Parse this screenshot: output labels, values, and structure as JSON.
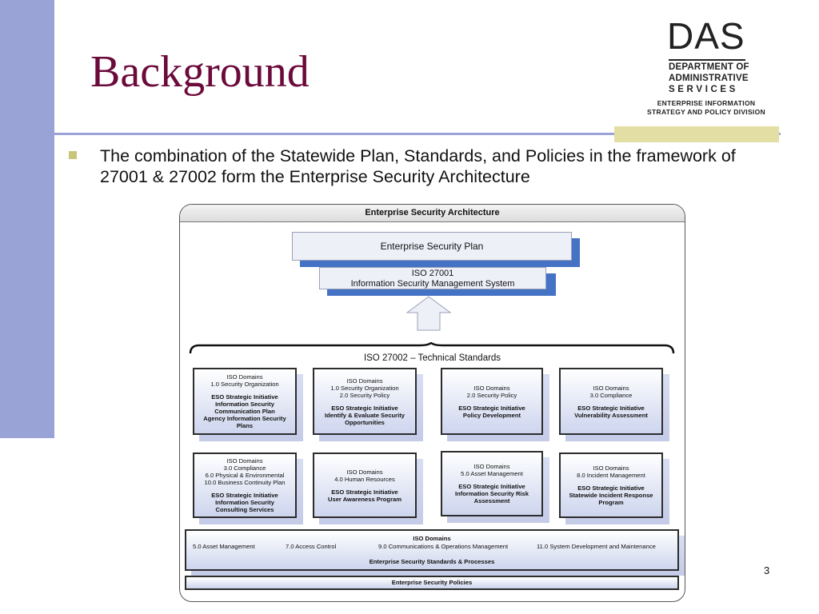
{
  "slide": {
    "title": "Background",
    "bullet": "The combination of the Statewide Plan, Standards, and Policies in the framework of 27001 & 27002 form the Enterprise Security Architecture",
    "page_number": "3"
  },
  "logo": {
    "das": "DAS",
    "lines": [
      "DEPARTMENT OF",
      "ADMINISTRATIVE",
      "S E R V I C E S"
    ],
    "sub": [
      "ENTERPRISE INFORMATION",
      "STRATEGY AND POLICY DIVISION"
    ]
  },
  "diagram": {
    "header": "Enterprise Security Architecture",
    "plan": "Enterprise Security Plan",
    "iso27001": [
      "ISO 27001",
      "Information Security Management System"
    ],
    "iso27002": "ISO 27002 – Technical Standards",
    "cards": [
      {
        "domains": [
          "ISO Domains",
          "1.0 Security Organization"
        ],
        "initiative": [
          "ESO Strategic Initiative",
          "Information Security",
          "Communication Plan",
          "Agency Information Security",
          "Plans"
        ]
      },
      {
        "domains": [
          "ISO Domains",
          "1.0 Security Organization",
          "2.0 Security Policy"
        ],
        "initiative": [
          "ESO Strategic Initiative",
          "Identify & Evaluate Security",
          "Opportunities"
        ]
      },
      {
        "domains": [
          "ISO Domains",
          "2.0 Security Policy"
        ],
        "initiative": [
          "ESO Strategic Initiative",
          "Policy Development"
        ]
      },
      {
        "domains": [
          "ISO Domains",
          "3.0 Compliance"
        ],
        "initiative": [
          "ESO Strategic Initiative",
          "Vulnerability Assessment"
        ]
      },
      {
        "domains": [
          "ISO Domains",
          "3.0 Compliance",
          "6.0 Physical & Environmental",
          "10.0 Business Continuity Plan"
        ],
        "initiative": [
          "ESO Strategic Initiative",
          "Information Security",
          "Consulting Services"
        ]
      },
      {
        "domains": [
          "ISO Domains",
          "4.0 Human Resources"
        ],
        "initiative": [
          "ESO Strategic Initiative",
          "User Awareness Program"
        ]
      },
      {
        "domains": [
          "ISO Domains",
          "5.0 Asset Management"
        ],
        "initiative": [
          "ESO Strategic Initiative",
          "Information Security Risk",
          "Assessment"
        ]
      },
      {
        "domains": [
          "ISO Domains",
          "8.0 Incident Management"
        ],
        "initiative": [
          "ESO Strategic Initiative",
          "Statewide Incident Response",
          "Program"
        ]
      }
    ],
    "standards": {
      "title": "ISO Domains",
      "items": [
        "5.0 Asset Management",
        "7.0 Access Control",
        "9.0 Communications & Operations Management",
        "11.0 System Development and Maintenance"
      ],
      "footer": "Enterprise Security Standards & Processes"
    },
    "policies": "Enterprise Security Policies"
  }
}
